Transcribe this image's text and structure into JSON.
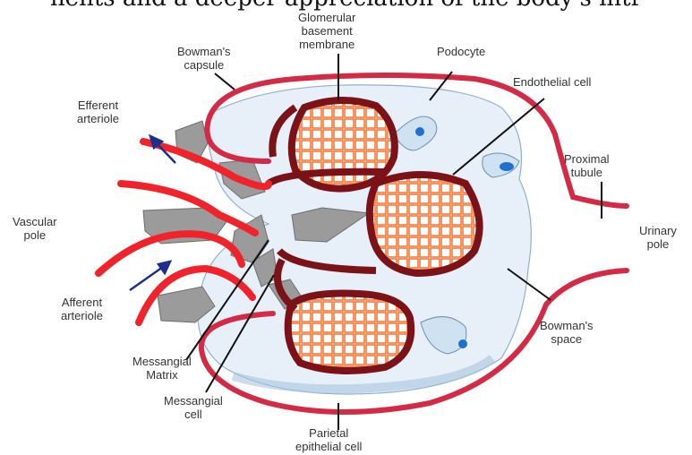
{
  "header_text": "nents and a deeper appreciation of the body's intr",
  "labels": {
    "gbm": [
      "Glomerular",
      "basement",
      "membrane"
    ],
    "bowmans_capsule": [
      "Bowman's",
      "capsule"
    ],
    "podocyte": [
      "Podocyte"
    ],
    "endothelial_cell": [
      "Endothelial cell"
    ],
    "efferent_arteriole": [
      "Efferent",
      "arteriole"
    ],
    "proximal_tubule": [
      "Proximal",
      "tubule"
    ],
    "vascular_pole": [
      "Vascular",
      "pole"
    ],
    "urinary_pole": [
      "Urinary",
      "pole"
    ],
    "afferent_arteriole": [
      "Afferent",
      "arteriole"
    ],
    "messangial_matrix": [
      "Messangial",
      "Matrix"
    ],
    "bowmans_space": [
      "Bowman's",
      "space"
    ],
    "messangial_cell": [
      "Messangial",
      "cell"
    ],
    "parietal_epithelial_cell": [
      "Parietal",
      "epithelial cell"
    ]
  },
  "colors": {
    "capsule": "#d32a45",
    "arteriole": "#f0222a",
    "capillary_wall": "#7a1218",
    "endothelium": "#f47a3c",
    "podocyte_fill": "#cfe2f2",
    "podocyte_line": "#6e8fb0",
    "nucleus": "#1f6fd1",
    "mesangium": "#9b9b9b",
    "arrow": "#1c2f8c"
  }
}
